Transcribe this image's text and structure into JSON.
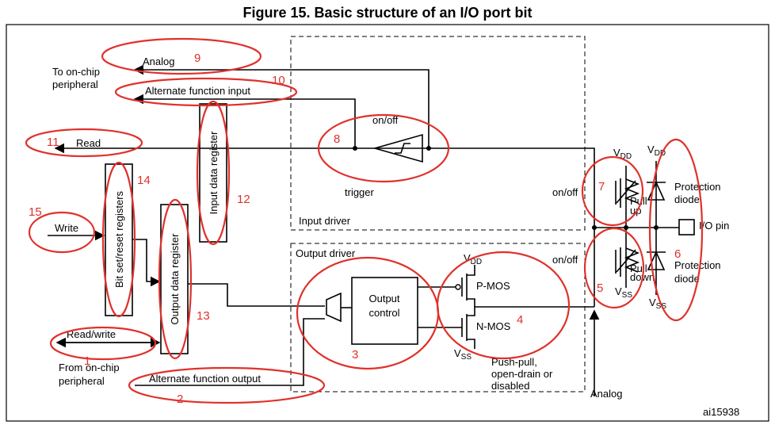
{
  "title": "Figure 15. Basic structure of an I/O port bit",
  "labels": {
    "to_onchip_1": "To on-chip",
    "to_onchip_2": "peripheral",
    "analog_top": "Analog",
    "alt_func_input": "Alternate function input",
    "read": "Read",
    "write": "Write",
    "read_write": "Read/write",
    "from_onchip_1": "From on-chip",
    "from_onchip_2": "peripheral",
    "alt_func_output": "Alternate function output",
    "bit_set_reset": "Bit set/reset registers",
    "input_data_reg": "Input data register",
    "output_data_reg": "Output data register",
    "on_off_trigger": "on/off",
    "trigger": "trigger",
    "input_driver": "Input driver",
    "output_driver": "Output driver",
    "output_control_1": "Output",
    "output_control_2": "control",
    "vdd": "V",
    "vdd_sub": "DD",
    "vss": "V",
    "vss_sub": "SS",
    "pmos": "P-MOS",
    "nmos": "N-MOS",
    "push_pull_1": "Push-pull,",
    "push_pull_2": "open-drain or",
    "push_pull_3": "disabled",
    "on_off_pu": "on/off",
    "on_off_pd": "on/off",
    "pull_up_1": "Pull",
    "pull_up_2": "up",
    "pull_down_1": "Pull",
    "pull_down_2": "down",
    "protection_diode_1a": "Protection",
    "protection_diode_1b": "diode",
    "protection_diode_2a": "Protection",
    "protection_diode_2b": "diode",
    "io_pin": "I/O pin",
    "analog_bottom": "Analog",
    "figure_id": "ai15938"
  },
  "annotations": {
    "n1": "1",
    "n2": "2",
    "n3": "3",
    "n4": "4",
    "n5": "5",
    "n6": "6",
    "n7": "7",
    "n8": "8",
    "n9": "9",
    "n10": "10",
    "n11": "11",
    "n12": "12",
    "n13": "13",
    "n14": "14",
    "n15": "15"
  },
  "colors": {
    "annotation": "#e0312b",
    "line": "#000000"
  }
}
